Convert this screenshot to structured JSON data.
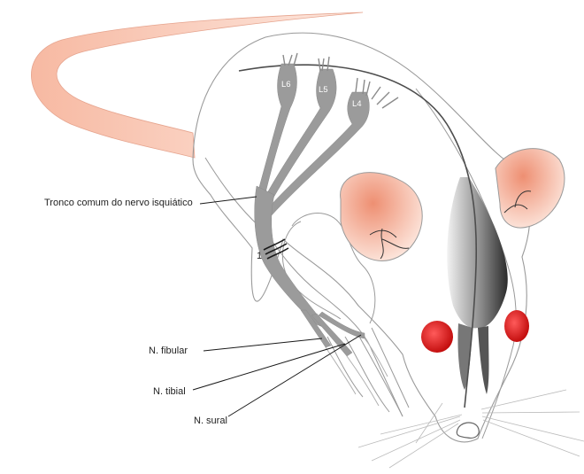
{
  "labels": {
    "sciatic_trunk": "Tronco comum do nervo isquiático",
    "fibular": "N. fibular",
    "tibial": "N. tibial",
    "sural": "N. sural",
    "ligature": "1"
  },
  "roots": [
    "L6",
    "L5",
    "L4"
  ],
  "colors": {
    "outline": "#9a9a9a",
    "nerve": "#9b9b9b",
    "tail_fill": "#f6c6b5",
    "ear_inner": "#f2a78f",
    "eye": "#e01f1f",
    "nose_dark": "#4a4a4a"
  }
}
